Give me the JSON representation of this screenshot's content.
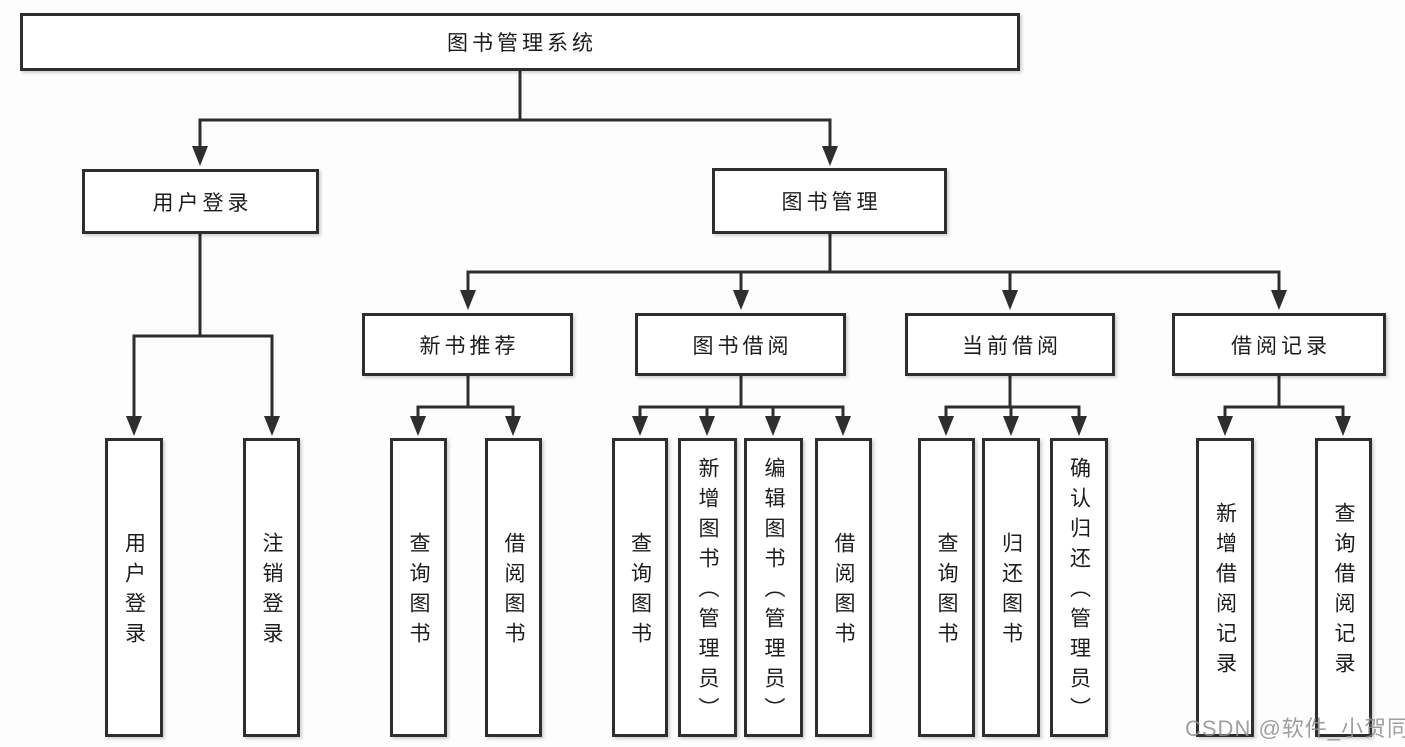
{
  "diagram_title": "图书管理系统",
  "watermark": "CSDN @软件_小贺同学",
  "colors": {
    "line": "#2e2e2e",
    "box_background": "#ffffff",
    "text": "#1c1c1c",
    "watermark": "#8f8f8f",
    "page_background": "#fdfdfd"
  },
  "nodes": {
    "root": "图书管理系统",
    "user_login": "用户登录",
    "book_management": "图书管理",
    "new_book_recommend": "新书推荐",
    "book_borrow": "图书借阅",
    "current_borrow": "当前借阅",
    "borrow_records": "借阅记录",
    "leaf_user_login": "用户登录",
    "leaf_logout": "注销登录",
    "leaf_query_book_1": "查询图书",
    "leaf_borrow_book_1": "借阅图书",
    "leaf_query_book_2": "查询图书",
    "leaf_add_book_admin": "新增图书（管理员）",
    "leaf_edit_book_admin": "编辑图书（管理员）",
    "leaf_borrow_book_2": "借阅图书",
    "leaf_query_book_3": "查询图书",
    "leaf_return_book": "归还图书",
    "leaf_confirm_return_admin": "确认归还（管理员）",
    "leaf_add_borrow_record": "新增借阅记录",
    "leaf_query_borrow_record": "查询借阅记录"
  }
}
